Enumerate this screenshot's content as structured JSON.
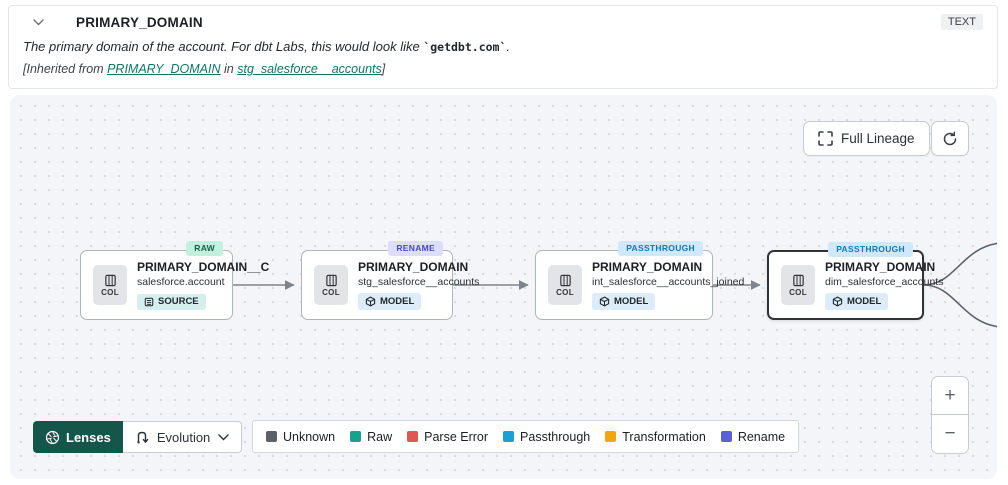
{
  "header": {
    "title": "PRIMARY_DOMAIN",
    "type_badge": "TEXT",
    "description_prefix": "The primary domain of the account. For dbt Labs, this would look like ",
    "description_code": "`getdbt.com`",
    "description_suffix": ".",
    "inherited_prefix": "[Inherited from ",
    "inherited_link_column": "PRIMARY_DOMAIN",
    "inherited_middle": " in ",
    "inherited_link_model": "stg_salesforce__accounts",
    "inherited_suffix": "]"
  },
  "toolbar": {
    "full_lineage_label": "Full Lineage"
  },
  "nodes": [
    {
      "tag": "RAW",
      "title": "PRIMARY_DOMAIN__C",
      "subtitle": "salesforce.account",
      "badge": "SOURCE",
      "col_label": "COL"
    },
    {
      "tag": "RENAME",
      "title": "PRIMARY_DOMAIN",
      "subtitle": "stg_salesforce__accounts",
      "badge": "MODEL",
      "col_label": "COL"
    },
    {
      "tag": "PASSTHROUGH",
      "title": "PRIMARY_DOMAIN",
      "subtitle": "int_salesforce__accounts_joined",
      "badge": "MODEL",
      "col_label": "COL"
    },
    {
      "tag": "PASSTHROUGH",
      "title": "PRIMARY_DOMAIN",
      "subtitle": "dim_salesforce_accounts",
      "badge": "MODEL",
      "col_label": "COL"
    }
  ],
  "lenses": {
    "label": "Lenses",
    "dropdown_label": "Evolution"
  },
  "legend": {
    "items": [
      {
        "label": "Unknown",
        "color": "#5d6066"
      },
      {
        "label": "Raw",
        "color": "#17a28b"
      },
      {
        "label": "Parse Error",
        "color": "#e25555"
      },
      {
        "label": "Passthrough",
        "color": "#1a9fd9"
      },
      {
        "label": "Transformation",
        "color": "#f2a60d"
      },
      {
        "label": "Rename",
        "color": "#5a5fd7"
      }
    ]
  },
  "zoom_controls": {
    "zoom_in": "+",
    "zoom_out": "−"
  },
  "colors": {
    "lenses_green": "#14574a",
    "canvas_bg": "#f4f5f8",
    "edge": "#7d848b",
    "link_teal": "#0e7569"
  }
}
